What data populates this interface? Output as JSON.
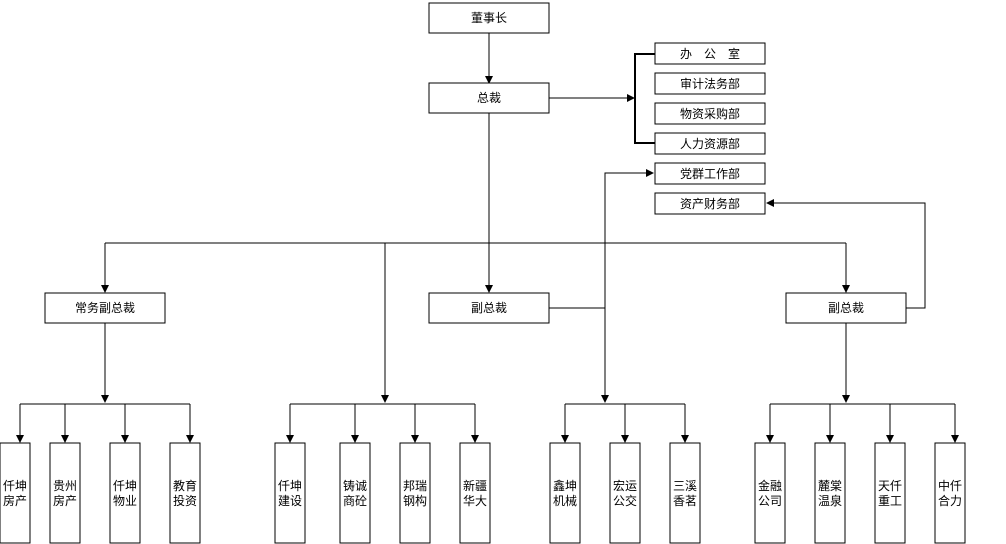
{
  "chairman": "董事长",
  "president": "总裁",
  "departments": [
    "办　公　室",
    "审计法务部",
    "物资采购部",
    "人力资源部",
    "党群工作部",
    "资产财务部"
  ],
  "vice_presidents": [
    "常务副总裁",
    "副总裁",
    "副总裁"
  ],
  "companies": [
    [
      "仟坤",
      "房产"
    ],
    [
      "贵州",
      "房产"
    ],
    [
      "仟坤",
      "物业"
    ],
    [
      "教育",
      "投资"
    ],
    [
      "仟坤",
      "建设"
    ],
    [
      "铸诚",
      "商砼"
    ],
    [
      "邦瑞",
      "钢构"
    ],
    [
      "新疆",
      "华大"
    ],
    [
      "鑫坤",
      "机械"
    ],
    [
      "宏运",
      "公交"
    ],
    [
      "三溪",
      "香茗"
    ],
    [
      "金融",
      "公司"
    ],
    [
      "麓棠",
      "温泉"
    ],
    [
      "天仟",
      "重工"
    ],
    [
      "中仟",
      "合力"
    ]
  ]
}
